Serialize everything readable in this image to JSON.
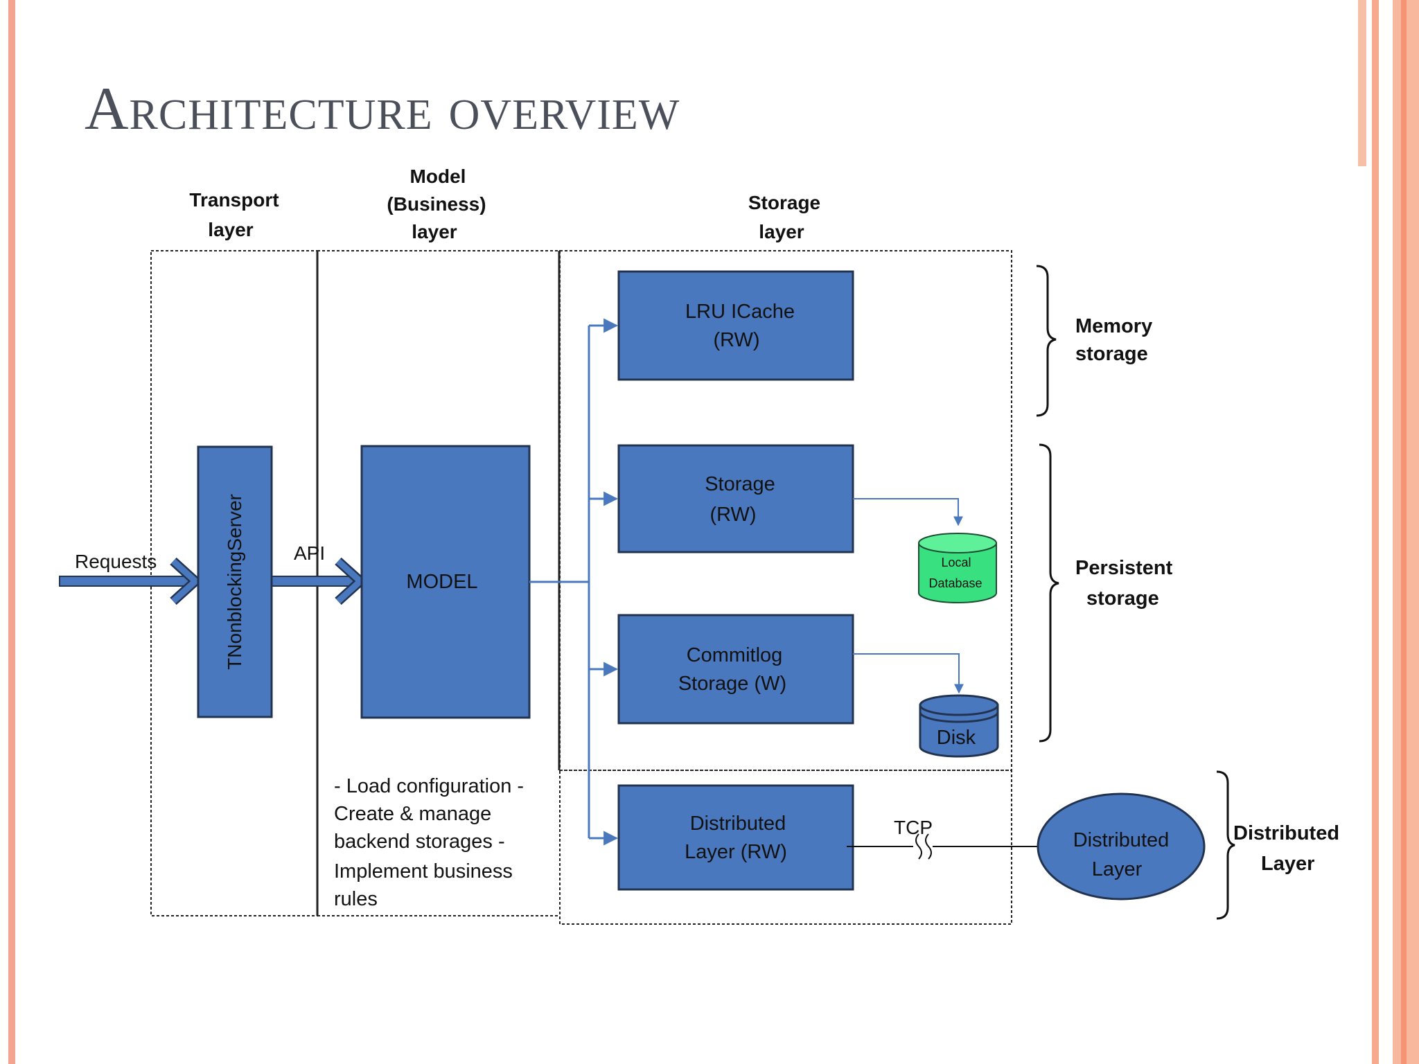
{
  "slide": {
    "title": "Architecture overview"
  },
  "colors": {
    "box_fill": "#4a78bf",
    "box_stroke": "#22334f",
    "line_blue": "#4a78bf",
    "db_green": "#39e07f",
    "border_left": "#f3a58f",
    "border_right": "#f6a98d"
  },
  "diagram": {
    "headers": {
      "transport": [
        "Transport",
        "layer"
      ],
      "model": [
        "Model",
        "(Business)",
        "layer"
      ],
      "storage": [
        "Storage",
        "layer"
      ]
    },
    "requests_label": "Requests",
    "api_label": "API",
    "server_label": "TNonblockingServer",
    "model_label": "MODEL",
    "model_description": [
      "- Load configuration -",
      "Create & manage",
      "backend storages -",
      "Implement business",
      "rules"
    ],
    "lru_cache": [
      "LRU ICache",
      "(RW)"
    ],
    "storage_box": [
      "Storage",
      "(RW)"
    ],
    "commitlog_box": [
      "Commitlog",
      "Storage (W)"
    ],
    "distributed_box": [
      "Distributed",
      "Layer (RW)"
    ],
    "local_database": [
      "Local",
      "Database"
    ],
    "disk_label": "Disk",
    "tcp_label": "TCP",
    "distributed_node": [
      "Distributed",
      "Layer"
    ],
    "memory_storage": [
      "Memory",
      "storage"
    ],
    "persistent_storage": [
      "Persistent",
      "storage"
    ],
    "distributed_layer_brace": [
      "Distributed",
      "Layer"
    ]
  }
}
